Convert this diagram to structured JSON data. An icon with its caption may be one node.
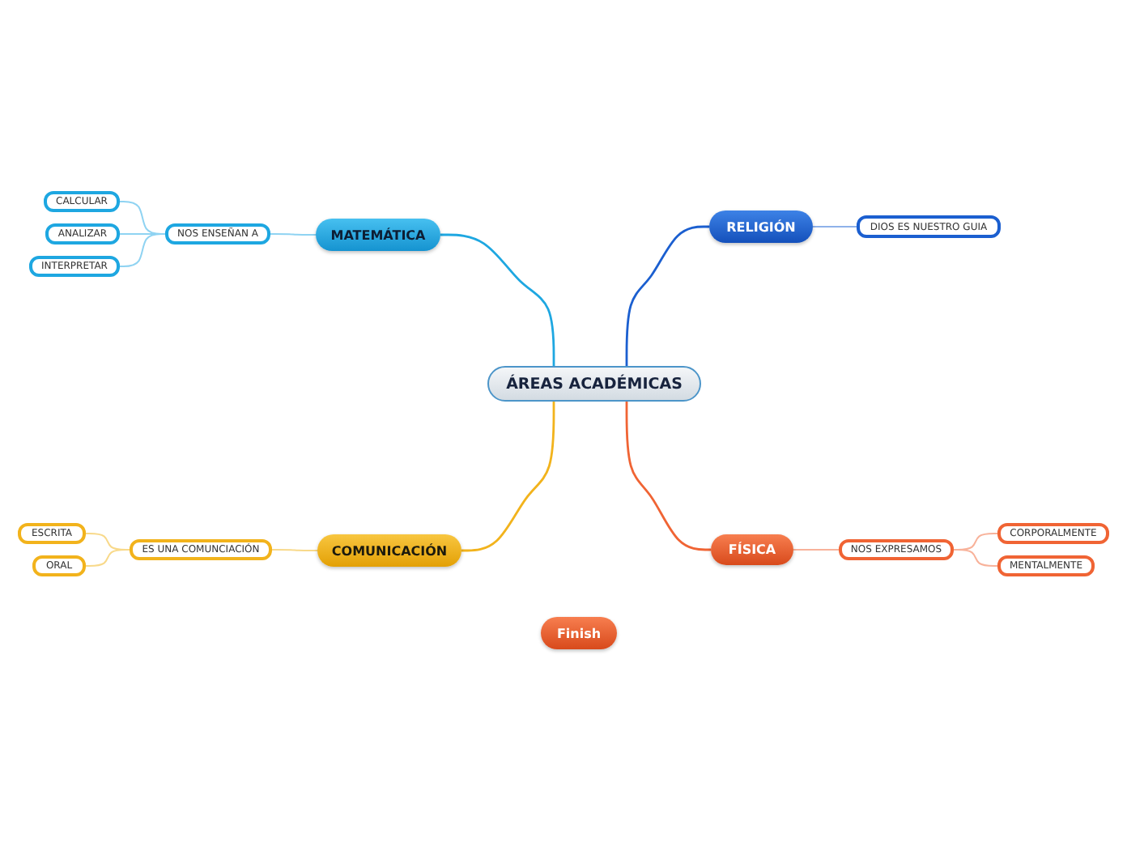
{
  "diagram": {
    "nodes": [
      {
        "text": [
          "ÁREAS ACADÉMICAS"
        ]
      },
      {
        "text": [
          "MATEMÁTICA"
        ]
      },
      {
        "text": [
          "NOS ENSEÑAN A"
        ]
      },
      {
        "text": [
          "CALCULAR"
        ]
      },
      {
        "text": [
          "ANALIZAR"
        ]
      },
      {
        "text": [
          "INTERPRETAR"
        ]
      },
      {
        "text": [
          "RELIGIÓN"
        ]
      },
      {
        "text": [
          "DIOS ES NUESTRO GUIA"
        ]
      },
      {
        "text": [
          "COMUNICACIÓN"
        ]
      },
      {
        "text": [
          "ES UNA COMUNCIACIÓN"
        ]
      },
      {
        "text": [
          "ESCRITA"
        ]
      },
      {
        "text": [
          "ORAL"
        ]
      },
      {
        "text": [
          "FÍSICA"
        ]
      },
      {
        "text": [
          "NOS EXPRESAMOS"
        ]
      },
      {
        "text": [
          "CORPORALMENTE"
        ]
      },
      {
        "text": [
          "MENTALMENTE"
        ]
      },
      {
        "text": [
          "Finish"
        ]
      }
    ],
    "edges": [
      {
        "from": 0,
        "to": 1,
        "arrow": "none",
        "color": "#1ea7e1"
      },
      {
        "from": 1,
        "to": 2,
        "arrow": "none",
        "color": "#8fd3f2"
      },
      {
        "from": 2,
        "to": 3,
        "arrow": "none",
        "color": "#8fd3f2"
      },
      {
        "from": 2,
        "to": 4,
        "arrow": "none",
        "color": "#8fd3f2"
      },
      {
        "from": 2,
        "to": 5,
        "arrow": "none",
        "color": "#8fd3f2"
      },
      {
        "from": 0,
        "to": 6,
        "arrow": "none",
        "color": "#1b5fd0"
      },
      {
        "from": 6,
        "to": 7,
        "arrow": "none",
        "color": "#8fb2ea"
      },
      {
        "from": 0,
        "to": 8,
        "arrow": "none",
        "color": "#f2b31c"
      },
      {
        "from": 8,
        "to": 9,
        "arrow": "none",
        "color": "#f8d98a"
      },
      {
        "from": 9,
        "to": 10,
        "arrow": "none",
        "color": "#f8d98a"
      },
      {
        "from": 9,
        "to": 11,
        "arrow": "none",
        "color": "#f8d98a"
      },
      {
        "from": 0,
        "to": 12,
        "arrow": "none",
        "color": "#f06434"
      },
      {
        "from": 12,
        "to": 13,
        "arrow": "none",
        "color": "#f8b29a"
      },
      {
        "from": 13,
        "to": 14,
        "arrow": "none",
        "color": "#f8b29a"
      },
      {
        "from": 13,
        "to": 15,
        "arrow": "none",
        "color": "#f8b29a"
      }
    ]
  }
}
